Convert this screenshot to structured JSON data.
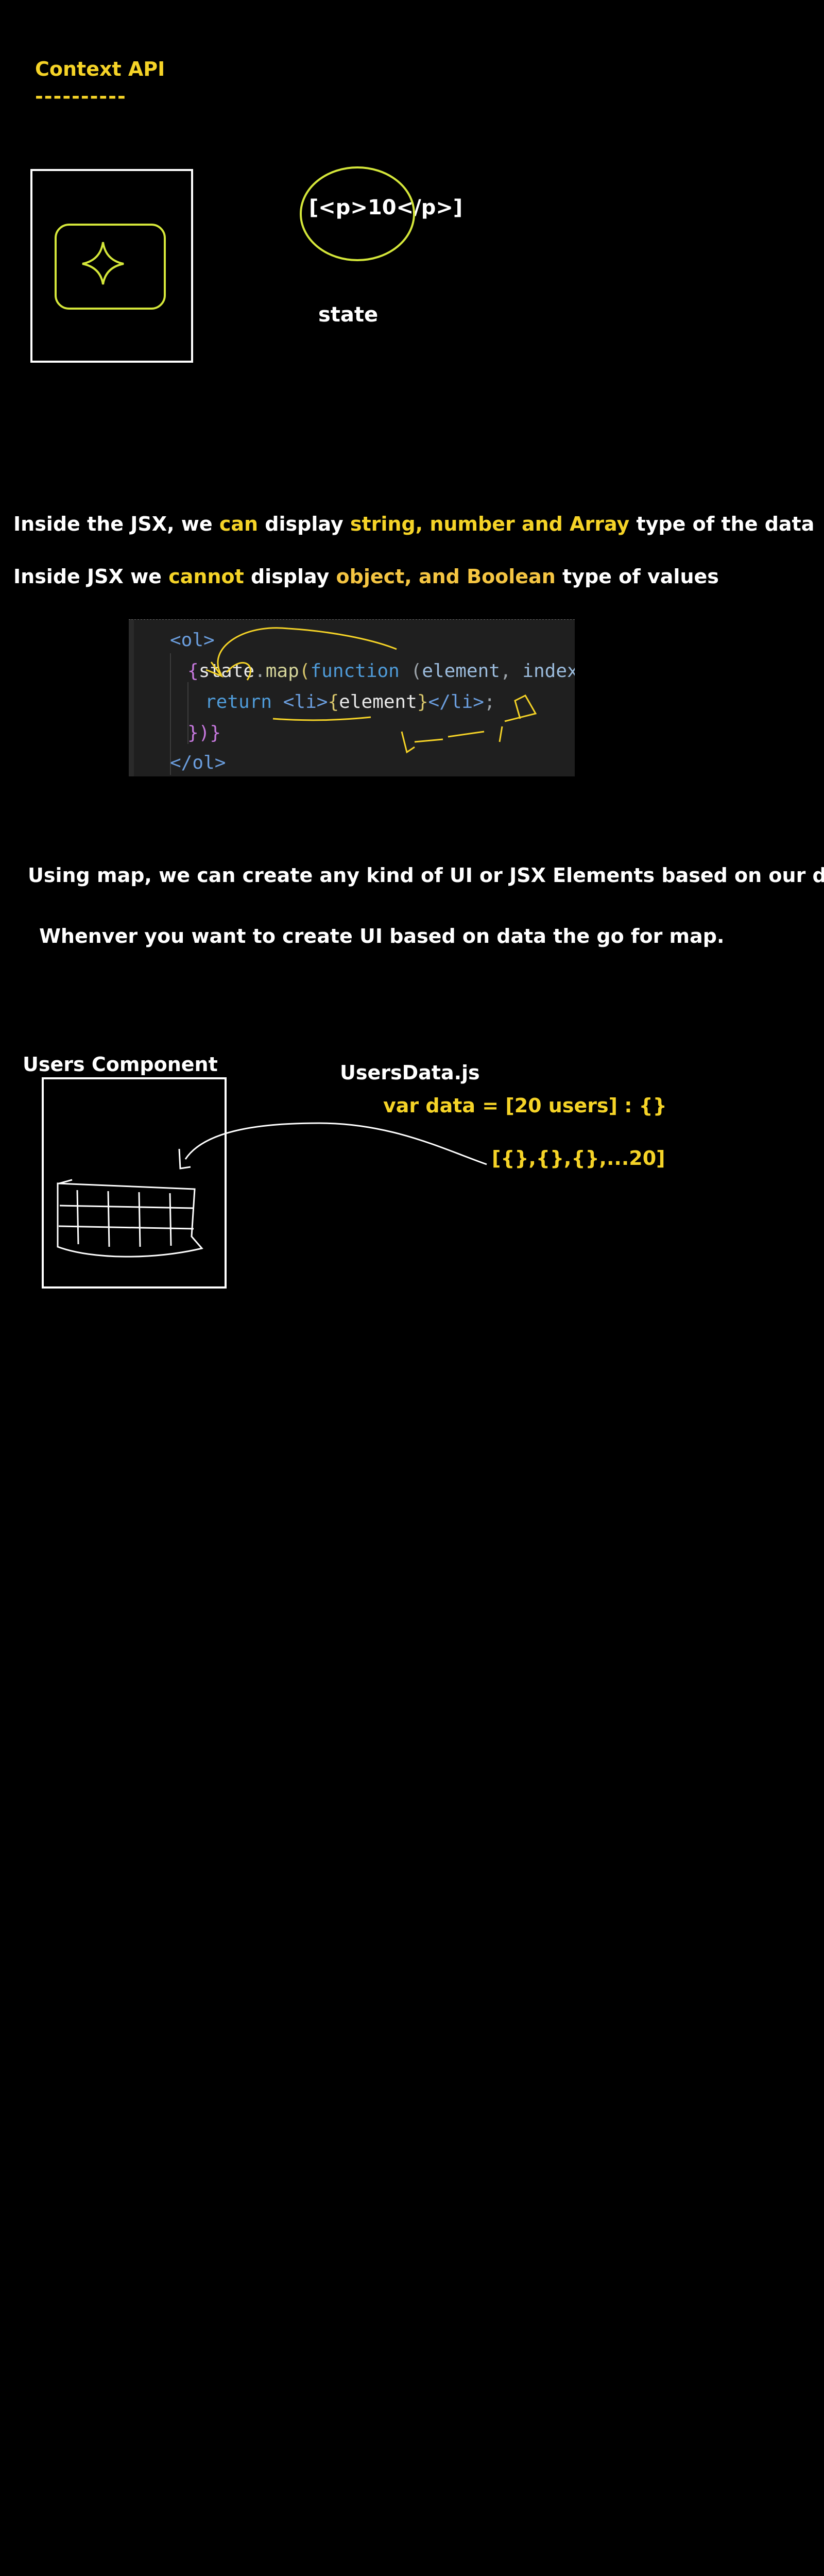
{
  "colors": {
    "background": "#000000",
    "accent_yellow": "#f5d327",
    "accent_orange": "#f5c542",
    "lime": "#d4e63a"
  },
  "section1": {
    "title": "Context API",
    "underline": "----------",
    "bubble_text": "[<p>10</p>]",
    "state_label": "state"
  },
  "section2": {
    "line1": {
      "a": "Inside the JSX, we ",
      "b": "can",
      "c": " display ",
      "d": "string, number and Array",
      "e": " type of the data"
    },
    "line2": {
      "a": "Inside JSX we ",
      "b": "cannot",
      "c": " display ",
      "d": "object, and Boolean",
      "e": " type of values"
    }
  },
  "code": {
    "line1": {
      "tag_open": "<ol>"
    },
    "line2": {
      "b1": "{",
      "obj": "state",
      "dot": ".",
      "fn": "map",
      "p1": "(",
      "kw": "function",
      "sp": " (",
      "arg1": "element",
      "comma": ", ",
      "arg2": "index",
      "p2": ")",
      "sp2": " ",
      "b2": "{"
    },
    "line3": {
      "kw": "return",
      "sp": " ",
      "li_open": "<li>",
      "b1": "{",
      "el": "element",
      "b2": "}",
      "li_close": "</li>",
      "semi": ";"
    },
    "line4": {
      "text": "})}"
    },
    "line5": {
      "tag_close": "</ol>"
    }
  },
  "section3": {
    "line1": "Using map, we can create any kind of UI or JSX Elements based on our data",
    "line2": "Whenver you want to create UI based on data the go for map."
  },
  "section4": {
    "component_label": "Users Component",
    "file_label": "UsersData.js",
    "code_line": "var data = [20 users] : {}",
    "array_line": "[{},{},{},...20]"
  }
}
